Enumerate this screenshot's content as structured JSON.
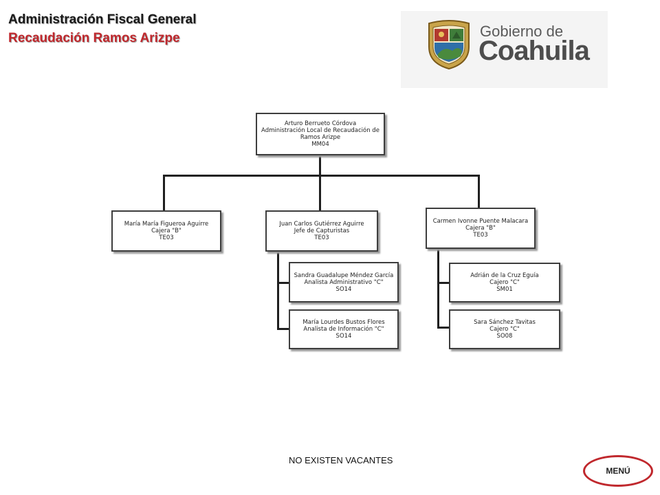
{
  "header": {
    "title": "Administración Fiscal General",
    "subtitle": "Recaudación Ramos Arizpe"
  },
  "logo": {
    "line1": "Gobierno de",
    "line2": "Coahuila",
    "emblem": "coahuila-coat-of-arms"
  },
  "org": {
    "root": {
      "name": "Arturo Berrueto Córdova",
      "title": "Administración Local de Recaudación de Ramos Arizpe",
      "code": "MM04"
    },
    "children": [
      {
        "name": "María María Figueroa Aguirre",
        "title": "Cajera \"B\"",
        "code": "TE03",
        "subordinates": []
      },
      {
        "name": "Juan Carlos Gutiérrez Aguirre",
        "title": "Jefe de Capturistas",
        "code": "TE03",
        "subordinates": [
          {
            "name": "Sandra Guadalupe Méndez García",
            "title": "Analista Administrativo \"C\"",
            "code": "SO14"
          },
          {
            "name": "María Lourdes Bustos Flores",
            "title": "Analista de Información \"C\"",
            "code": "SO14"
          }
        ]
      },
      {
        "name": "Carmen Ivonne Puente Malacara",
        "title": "Cajera \"B\"",
        "code": "TE03",
        "subordinates": [
          {
            "name": "Adrián de la Cruz Eguía",
            "title": "Cajero \"C\"",
            "code": "SM01"
          },
          {
            "name": "Sara Sánchez Tavitas",
            "title": "Cajero \"C\"",
            "code": "SO08"
          }
        ]
      }
    ]
  },
  "footer": {
    "vacancies": "NO EXISTEN VACANTES",
    "menu_label": "MENÚ"
  },
  "colors": {
    "accent": "#c0282d",
    "box_border": "#3d3d3d",
    "connector": "#1f1f1f"
  }
}
